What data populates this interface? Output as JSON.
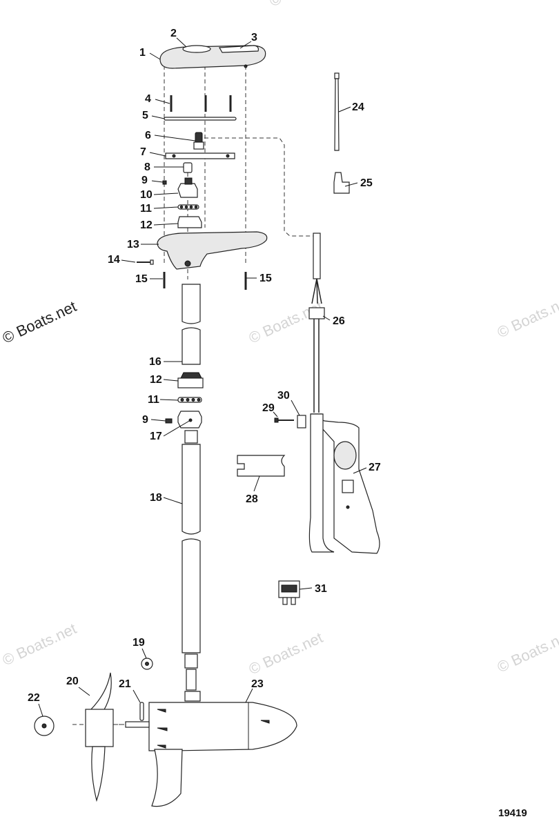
{
  "watermark": {
    "text": "© Boats.net"
  },
  "figure_number": "19419",
  "callouts": [
    "1",
    "2",
    "3",
    "4",
    "5",
    "6",
    "7",
    "8",
    "9",
    "10",
    "11",
    "12",
    "13",
    "14",
    "15",
    "16",
    "17",
    "18",
    "19",
    "20",
    "21",
    "22",
    "23",
    "24",
    "25",
    "26",
    "27",
    "28",
    "29",
    "30",
    "31"
  ],
  "callouts_repeat": {
    "c9b": "9",
    "c11b": "11",
    "c12b": "12",
    "c15b": "15"
  }
}
